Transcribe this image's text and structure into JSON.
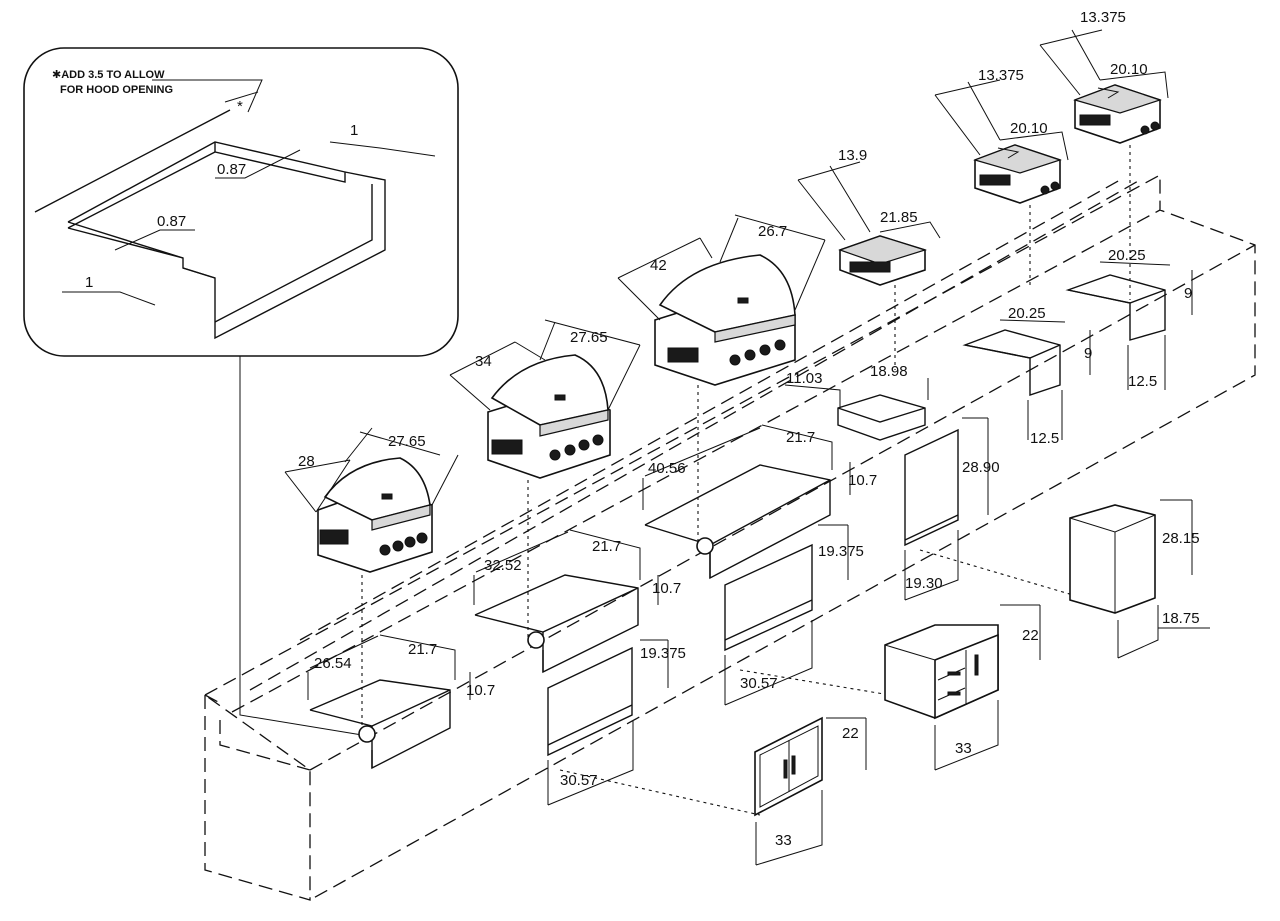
{
  "inset": {
    "note_line1": "✱ADD 3.5 TO ALLOW",
    "note_line2": "FOR HOOD OPENING",
    "asterisk": "*",
    "dim_top_1": "1",
    "dim_087_a": "0.87",
    "dim_087_b": "0.87",
    "dim_bottom_1": "1"
  },
  "grill_small": {
    "width": "28",
    "depth": "27.65"
  },
  "grill_medium": {
    "width": "34",
    "depth": "27.65"
  },
  "grill_large": {
    "width": "42",
    "depth": "26.7"
  },
  "side_burner": {
    "width": "13.9",
    "depth": "21.85"
  },
  "power_burner_1": {
    "width": "13.375",
    "depth": "20.10"
  },
  "power_burner_2": {
    "width": "13.375",
    "depth": "20.10"
  },
  "cutout_small": {
    "width": "26.54",
    "depth": "21.7",
    "height": "10.7"
  },
  "cutout_medium": {
    "width": "32.52",
    "depth": "21.7",
    "height": "10.7"
  },
  "cutout_large": {
    "width": "40.56",
    "depth": "21.7",
    "height": "10.7"
  },
  "burner_cutout": {
    "width": "11.03",
    "depth": "18.98"
  },
  "pb_cutout_1": {
    "width": "20.25",
    "height": "9",
    "depth": "12.5"
  },
  "pb_cutout_2": {
    "width": "20.25",
    "height": "9",
    "depth": "12.5"
  },
  "door_cutout_1": {
    "width": "30.57",
    "height": "19.375"
  },
  "door_cutout_2": {
    "width": "30.57",
    "height": "19.375"
  },
  "fridge_cutout": {
    "width": "19.30",
    "height": "28.90"
  },
  "double_door": {
    "width": "33",
    "height": "22"
  },
  "drawer_combo": {
    "width": "33",
    "height": "22"
  },
  "fridge": {
    "height": "28.15",
    "width": "18.75"
  }
}
